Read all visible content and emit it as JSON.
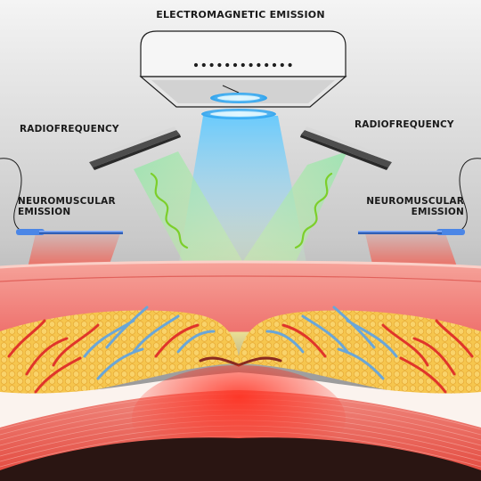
{
  "labels": {
    "electromagnetic": "ELECTROMAGNETIC EMISSION",
    "radiofrequency_left": "RADIOFREQUENCY",
    "radiofrequency_right": "RADIOFREQUENCY",
    "neuromuscular_left": [
      "NEUROMUSCULAR",
      "EMISSION"
    ],
    "neuromuscular_right": [
      "NEUROMUSCULAR",
      "EMISSION"
    ]
  },
  "colors": {
    "background_top": "#f2f2f2",
    "background_bottom": "#7a7a7a",
    "device_body": "#f4f4f4",
    "electromagnetic_glow": "#2fb8ff",
    "radiofrequency_beam": "#7fe0a0",
    "rf_wave": "#7ccf2a",
    "neuromuscular_beam": "#ff3b30",
    "electrode": "#2f6fd6",
    "skin": "#f07a78",
    "fat": "#f4c24a",
    "vessel_red": "#e0352a",
    "vessel_blue": "#6aa6d8",
    "muscle": "#e8463a",
    "bone": "#2a1512"
  }
}
